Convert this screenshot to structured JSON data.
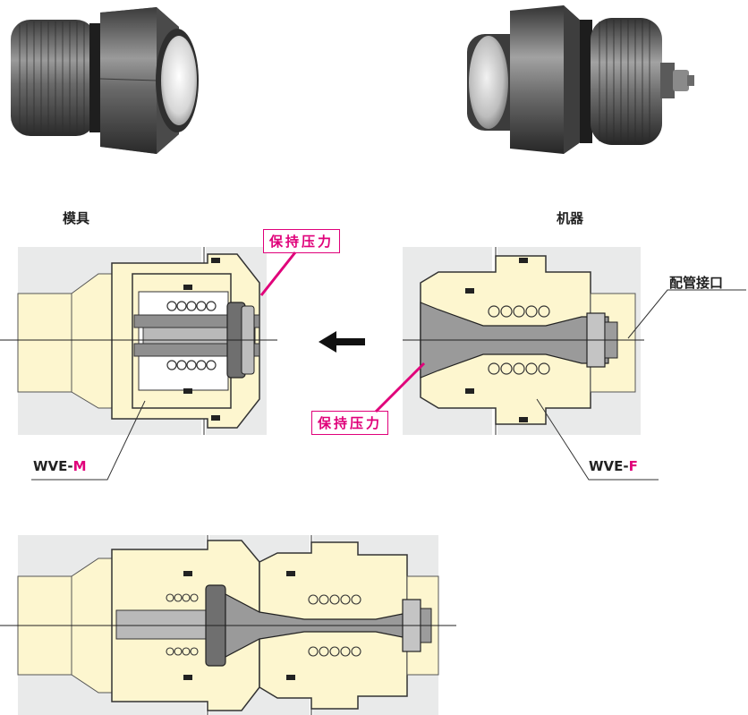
{
  "labels": {
    "mold": "模具",
    "machine": "机器",
    "pressure_hold_top": "保持压力",
    "pressure_hold_bottom": "保持压力",
    "piping_port": "配管接口",
    "model_m_prefix": "WVE-",
    "model_m_suffix": "M",
    "model_f_prefix": "WVE-",
    "model_f_suffix": "F"
  },
  "colors": {
    "accent": "#e0007a",
    "body_fill": "#fdf6cf",
    "block_fill": "#e9eaea",
    "metal": "#5a5a5a"
  },
  "icons": {
    "direction_arrow": "arrow-left-icon"
  }
}
